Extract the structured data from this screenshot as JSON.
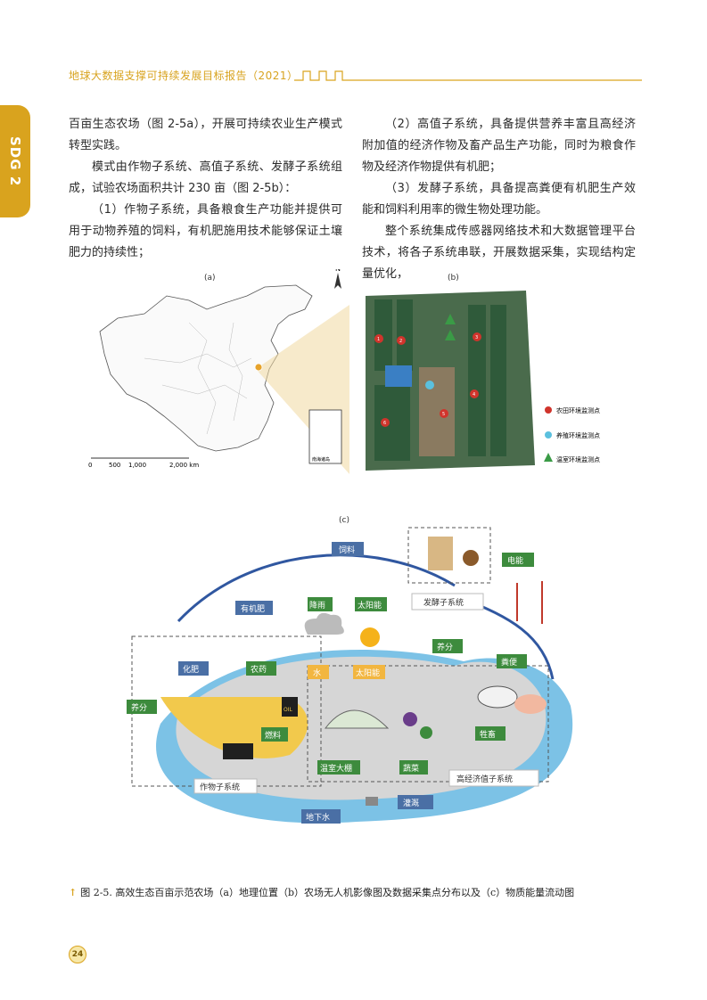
{
  "header": {
    "title": "地球大数据支撑可持续发展目标报告（2021）",
    "sdg_tab": "SDG 2"
  },
  "body": {
    "left": [
      "百亩生态农场（图 2-5a），开展可持续农业生产模式转型实践。",
      "模式由作物子系统、高值子系统、发酵子系统组成，试验农场面积共计 230 亩（图 2-5b）：",
      "（1）作物子系统，具备粮食生产功能并提供可用于动物养殖的饲料，有机肥施用技术能够保证土壤肥力的持续性；"
    ],
    "right": [
      "（2）高值子系统，具备提供营养丰富且高经济附加值的经济作物及畜产品生产功能，同时为粮食作物及经济作物提供有机肥；",
      "（3）发酵子系统，具备提高粪便有机肥生产效能和饲料利用率的微生物处理功能。",
      "整个系统集成传感器网络技术和大数据管理平台技术，将各子系统串联，开展数据采集，实现结构定量优化，"
    ]
  },
  "figure_a": {
    "label": "(a)",
    "north": "N",
    "scale": [
      "0",
      "500",
      "1,000",
      "2,000 km"
    ],
    "inset_label": "南海诸岛"
  },
  "figure_b": {
    "label": "(b)",
    "legend": [
      {
        "text": "农田环境监测点",
        "color": "#d0342c"
      },
      {
        "text": "养殖环境监测点",
        "color": "#5bc0de"
      },
      {
        "text": "温室环境监测点",
        "color": "#3a9b46"
      }
    ],
    "markers": [
      "1",
      "2",
      "3",
      "4",
      "5",
      "6"
    ]
  },
  "figure_c": {
    "label": "(c)",
    "tags": {
      "feed": "饲料",
      "electricity": "电能",
      "organic": "有机肥",
      "rain": "降雨",
      "solar": "太阳能",
      "ferment": "发酵子系统",
      "nutrient_top": "养分",
      "manure": "粪便",
      "fertilizer": "化肥",
      "pesticide": "农药",
      "nutrient_left": "养分",
      "water": "水",
      "solar2": "太阳能",
      "fuel": "燃料",
      "livestock": "牲畜",
      "greenhouse": "温室大棚",
      "vegetables": "蔬菜",
      "high_value": "高经济值子系统",
      "crop": "作物子系统",
      "irrigation": "灌溉",
      "groundwater": "地下水",
      "oil": "OIL"
    }
  },
  "caption": "图 2-5. 高效生态百亩示范农场（a）地理位置（b）农场无人机影像图及数据采集点分布以及（c）物质能量流动图",
  "page_number": "24",
  "colors": {
    "accent": "#d9a31e",
    "green_tag": "#3d8b3d",
    "blue_tag": "#4a6fa5",
    "water": "#4aa8d8"
  }
}
